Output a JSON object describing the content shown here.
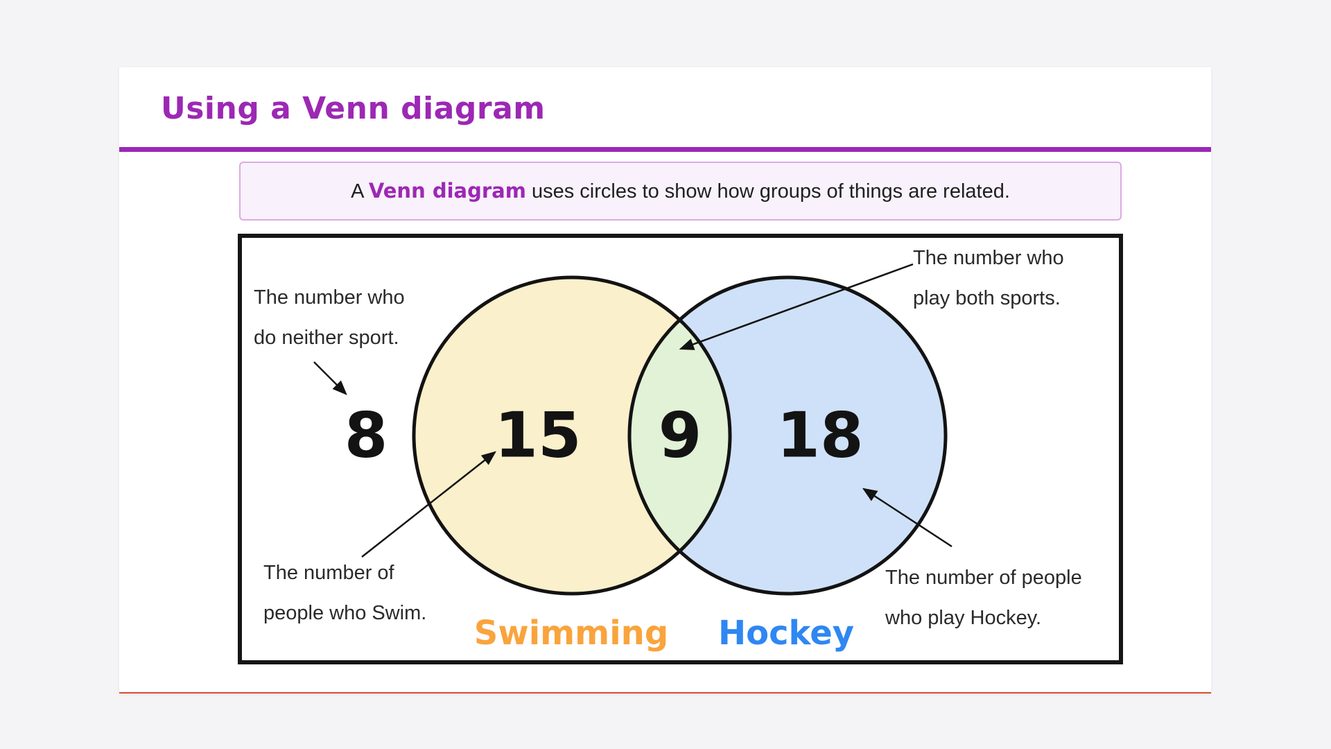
{
  "page": {
    "background_color": "#f4f4f6"
  },
  "header": {
    "title": "Using a Venn diagram",
    "accent_color": "#9c28b4",
    "card_bottom_line_color": "#dd4a2c"
  },
  "definition": {
    "prefix": "A ",
    "term": "Venn diagram",
    "suffix": " uses circles to show how groups of things are related."
  },
  "chart_data": {
    "type": "venn",
    "title": "Using a Venn diagram",
    "sets": [
      {
        "label": "Swimming",
        "only_count": "15",
        "label_color": "#f9a43c",
        "fill_color": "#faf0cb"
      },
      {
        "label": "Hockey",
        "only_count": "18",
        "label_color": "#2f87f2",
        "fill_color": "#cfe1f8"
      }
    ],
    "intersection": {
      "count": "9",
      "fill_color": "#e1f2d6"
    },
    "neither": {
      "count": "8"
    },
    "outline_color": "#131313"
  },
  "annotations": {
    "neither": {
      "line1": "The number who",
      "line2": "do neither sport."
    },
    "swim": {
      "line1": "The number of",
      "line2": "people who Swim."
    },
    "both": {
      "line1": "The number who",
      "line2": "play both sports."
    },
    "hockey": {
      "line1": "The number of people",
      "line2": "who play Hockey."
    }
  }
}
